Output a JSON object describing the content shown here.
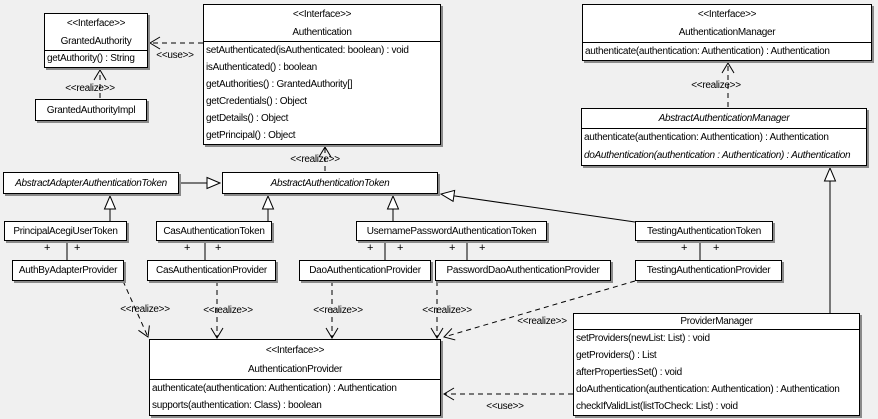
{
  "diagram_type": "uml-class-diagram",
  "colors": {
    "background": "#f0f0f0",
    "box_fill": "#ffffff",
    "line": "#000000",
    "shadow": "#8a8a8a"
  },
  "labels": {
    "use": "<<use>>",
    "realize": "<<realize>>",
    "plus": "+"
  },
  "classes": {
    "granted_authority": {
      "stereotype": "<<Interface>>",
      "name": "GrantedAuthority",
      "methods": [
        "getAuthority() : String"
      ]
    },
    "granted_authority_impl": {
      "name": "GrantedAuthorityImpl"
    },
    "authentication": {
      "stereotype": "<<Interface>>",
      "name": "Authentication",
      "methods": [
        "setAuthenticated(isAuthenticated: boolean) : void",
        "isAuthenticated() : boolean",
        "getAuthorities() : GrantedAuthority[]",
        "getCredentials() : Object",
        "getDetails() : Object",
        "getPrincipal() : Object"
      ]
    },
    "authentication_manager": {
      "stereotype": "<<Interface>>",
      "name": "AuthenticationManager",
      "methods": [
        "authenticate(authentication: Authentication) : Authentication"
      ]
    },
    "abstract_authentication_manager": {
      "name": "AbstractAuthenticationManager",
      "abstract": true,
      "methods": [
        "authenticate(authentication: Authentication) : Authentication",
        "doAuthentication(authentication : Authentication) : Authentication"
      ]
    },
    "abstract_adapter_authentication_token": {
      "name": "AbstractAdapterAuthenticationToken",
      "abstract": true
    },
    "abstract_authentication_token": {
      "name": "AbstractAuthenticationToken",
      "abstract": true
    },
    "principal_acegi_user_token": {
      "name": "PrincipalAcegiUserToken"
    },
    "cas_authentication_token": {
      "name": "CasAuthenticationToken"
    },
    "username_password_authentication_token": {
      "name": "UsernamePasswordAuthenticationToken"
    },
    "testing_authentication_token": {
      "name": "TestingAuthenticationToken"
    },
    "auth_by_adapter_provider": {
      "name": "AuthByAdapterProvider"
    },
    "cas_authentication_provider": {
      "name": "CasAuthenticationProvider"
    },
    "dao_authentication_provider": {
      "name": "DaoAuthenticationProvider"
    },
    "password_dao_authentication_provider": {
      "name": "PasswordDaoAuthenticationProvider"
    },
    "testing_authentication_provider": {
      "name": "TestingAuthenticationProvider"
    },
    "authentication_provider": {
      "stereotype": "<<Interface>>",
      "name": "AuthenticationProvider",
      "methods": [
        "authenticate(authentication: Authentication) : Authentication",
        "supports(authentication: Class) : boolean"
      ]
    },
    "provider_manager": {
      "name": "ProviderManager",
      "methods": [
        "setProviders(newList: List) : void",
        "getProviders() : List",
        "afterPropertiesSet() : void",
        "doAuthentication(authentication: Authentication) : Authentication",
        "checkIfValidList(listToCheck: List) : void"
      ]
    }
  }
}
